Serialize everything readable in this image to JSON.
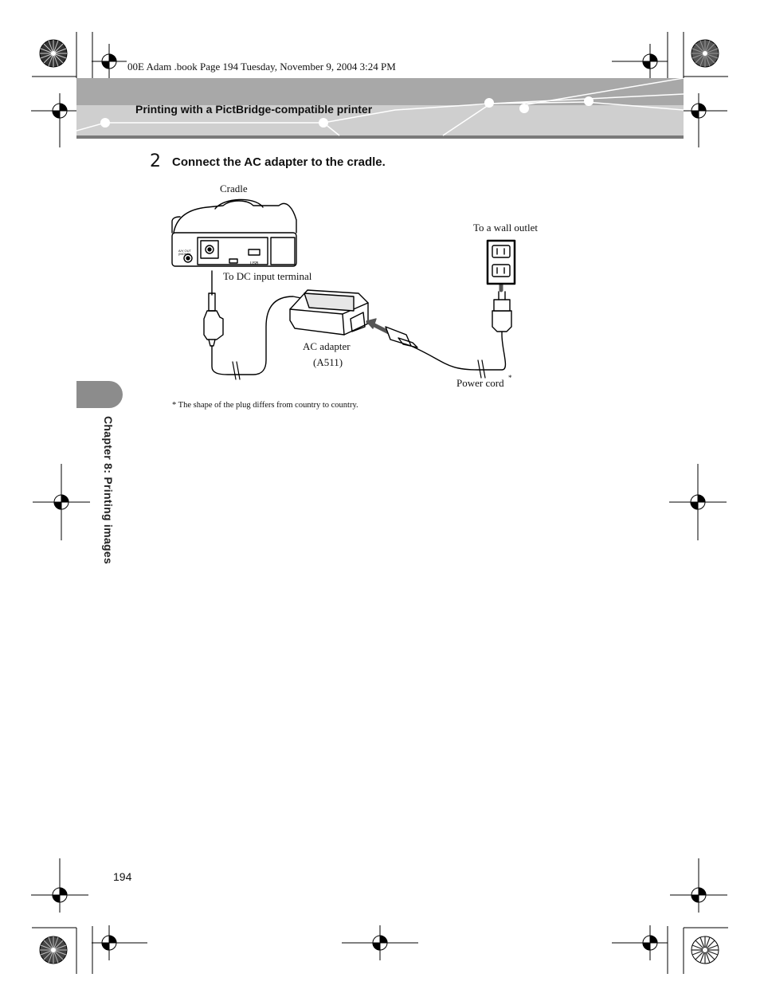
{
  "print_info": "00E Adam .book  Page 194  Tuesday, November 9, 2004  3:24 PM",
  "header": {
    "section_title": "Printing with a PictBridge-compatible printer"
  },
  "step": {
    "number": "2",
    "text": "Connect the AC adapter to the cradle."
  },
  "figure": {
    "labels": {
      "cradle": "Cradle",
      "wall_outlet": "To a wall outlet",
      "dc_input": "To DC input terminal",
      "ac_adapter": "AC adapter",
      "ac_adapter_model": "(A511)",
      "power_cord": "Power cord",
      "asterisk": "*"
    },
    "device_markings": {
      "av_out": "A/V OUT",
      "mono": "(MONO)",
      "usb": "USB"
    }
  },
  "footnote": "*  The shape of the plug differs from country to country.",
  "chapter_tab": {
    "label": "Chapter 8: Printing images"
  },
  "page_number": "194",
  "colors": {
    "header_band": "#a8a8a8",
    "chapter_tab": "#8c8c8c"
  }
}
